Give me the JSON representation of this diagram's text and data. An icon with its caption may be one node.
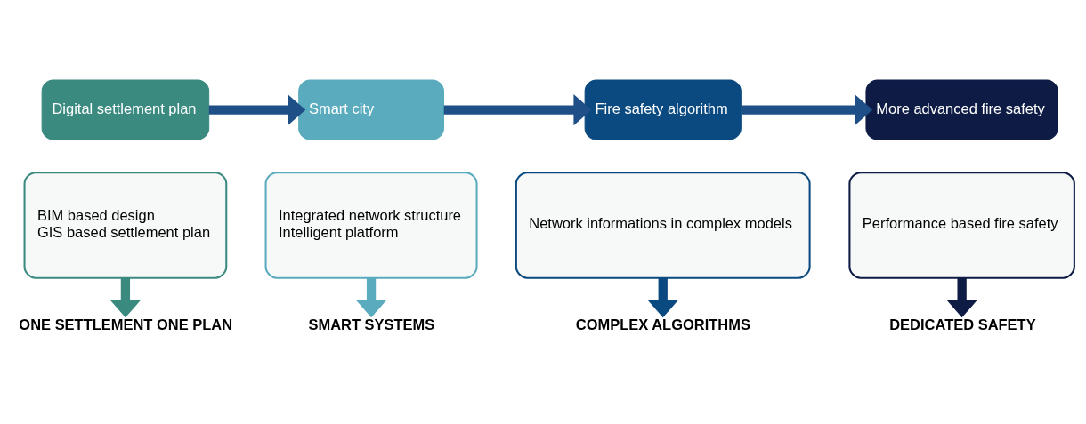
{
  "diagram": {
    "nodes": [
      {
        "text": [
          "Digital settlement plan"
        ]
      },
      {
        "text": [
          "BIM based design",
          "GIS based settlement plan"
        ]
      },
      {
        "text": [
          "ONE SETTLEMENT ONE PLAN"
        ]
      },
      {
        "text": [
          "Smart city"
        ]
      },
      {
        "text": [
          "Integrated network structure",
          "Intelligent platform"
        ]
      },
      {
        "text": [
          "SMART SYSTEMS"
        ]
      },
      {
        "text": [
          "Fire safety algorithm"
        ]
      },
      {
        "text": [
          "Network informations in complex models"
        ]
      },
      {
        "text": [
          "COMPLEX ALGORITHMS"
        ]
      },
      {
        "text": [
          "More advanced fire safety"
        ]
      },
      {
        "text": [
          "Performance based fire safety"
        ]
      },
      {
        "text": [
          "DEDICATED SAFETY"
        ]
      }
    ],
    "edges": [
      {
        "from": 0,
        "to": 3,
        "arrow": "to"
      },
      {
        "from": 3,
        "to": 6,
        "arrow": "to"
      },
      {
        "from": 6,
        "to": 9,
        "arrow": "to"
      },
      {
        "from": 1,
        "to": 2,
        "arrow": "to",
        "color": "#3a8a80"
      },
      {
        "from": 4,
        "to": 5,
        "arrow": "to",
        "color": "#5aabbd"
      },
      {
        "from": 7,
        "to": 8,
        "arrow": "to",
        "color": "#0b4a80"
      },
      {
        "from": 10,
        "to": 11,
        "arrow": "to",
        "color": "#0d1b45"
      }
    ]
  }
}
